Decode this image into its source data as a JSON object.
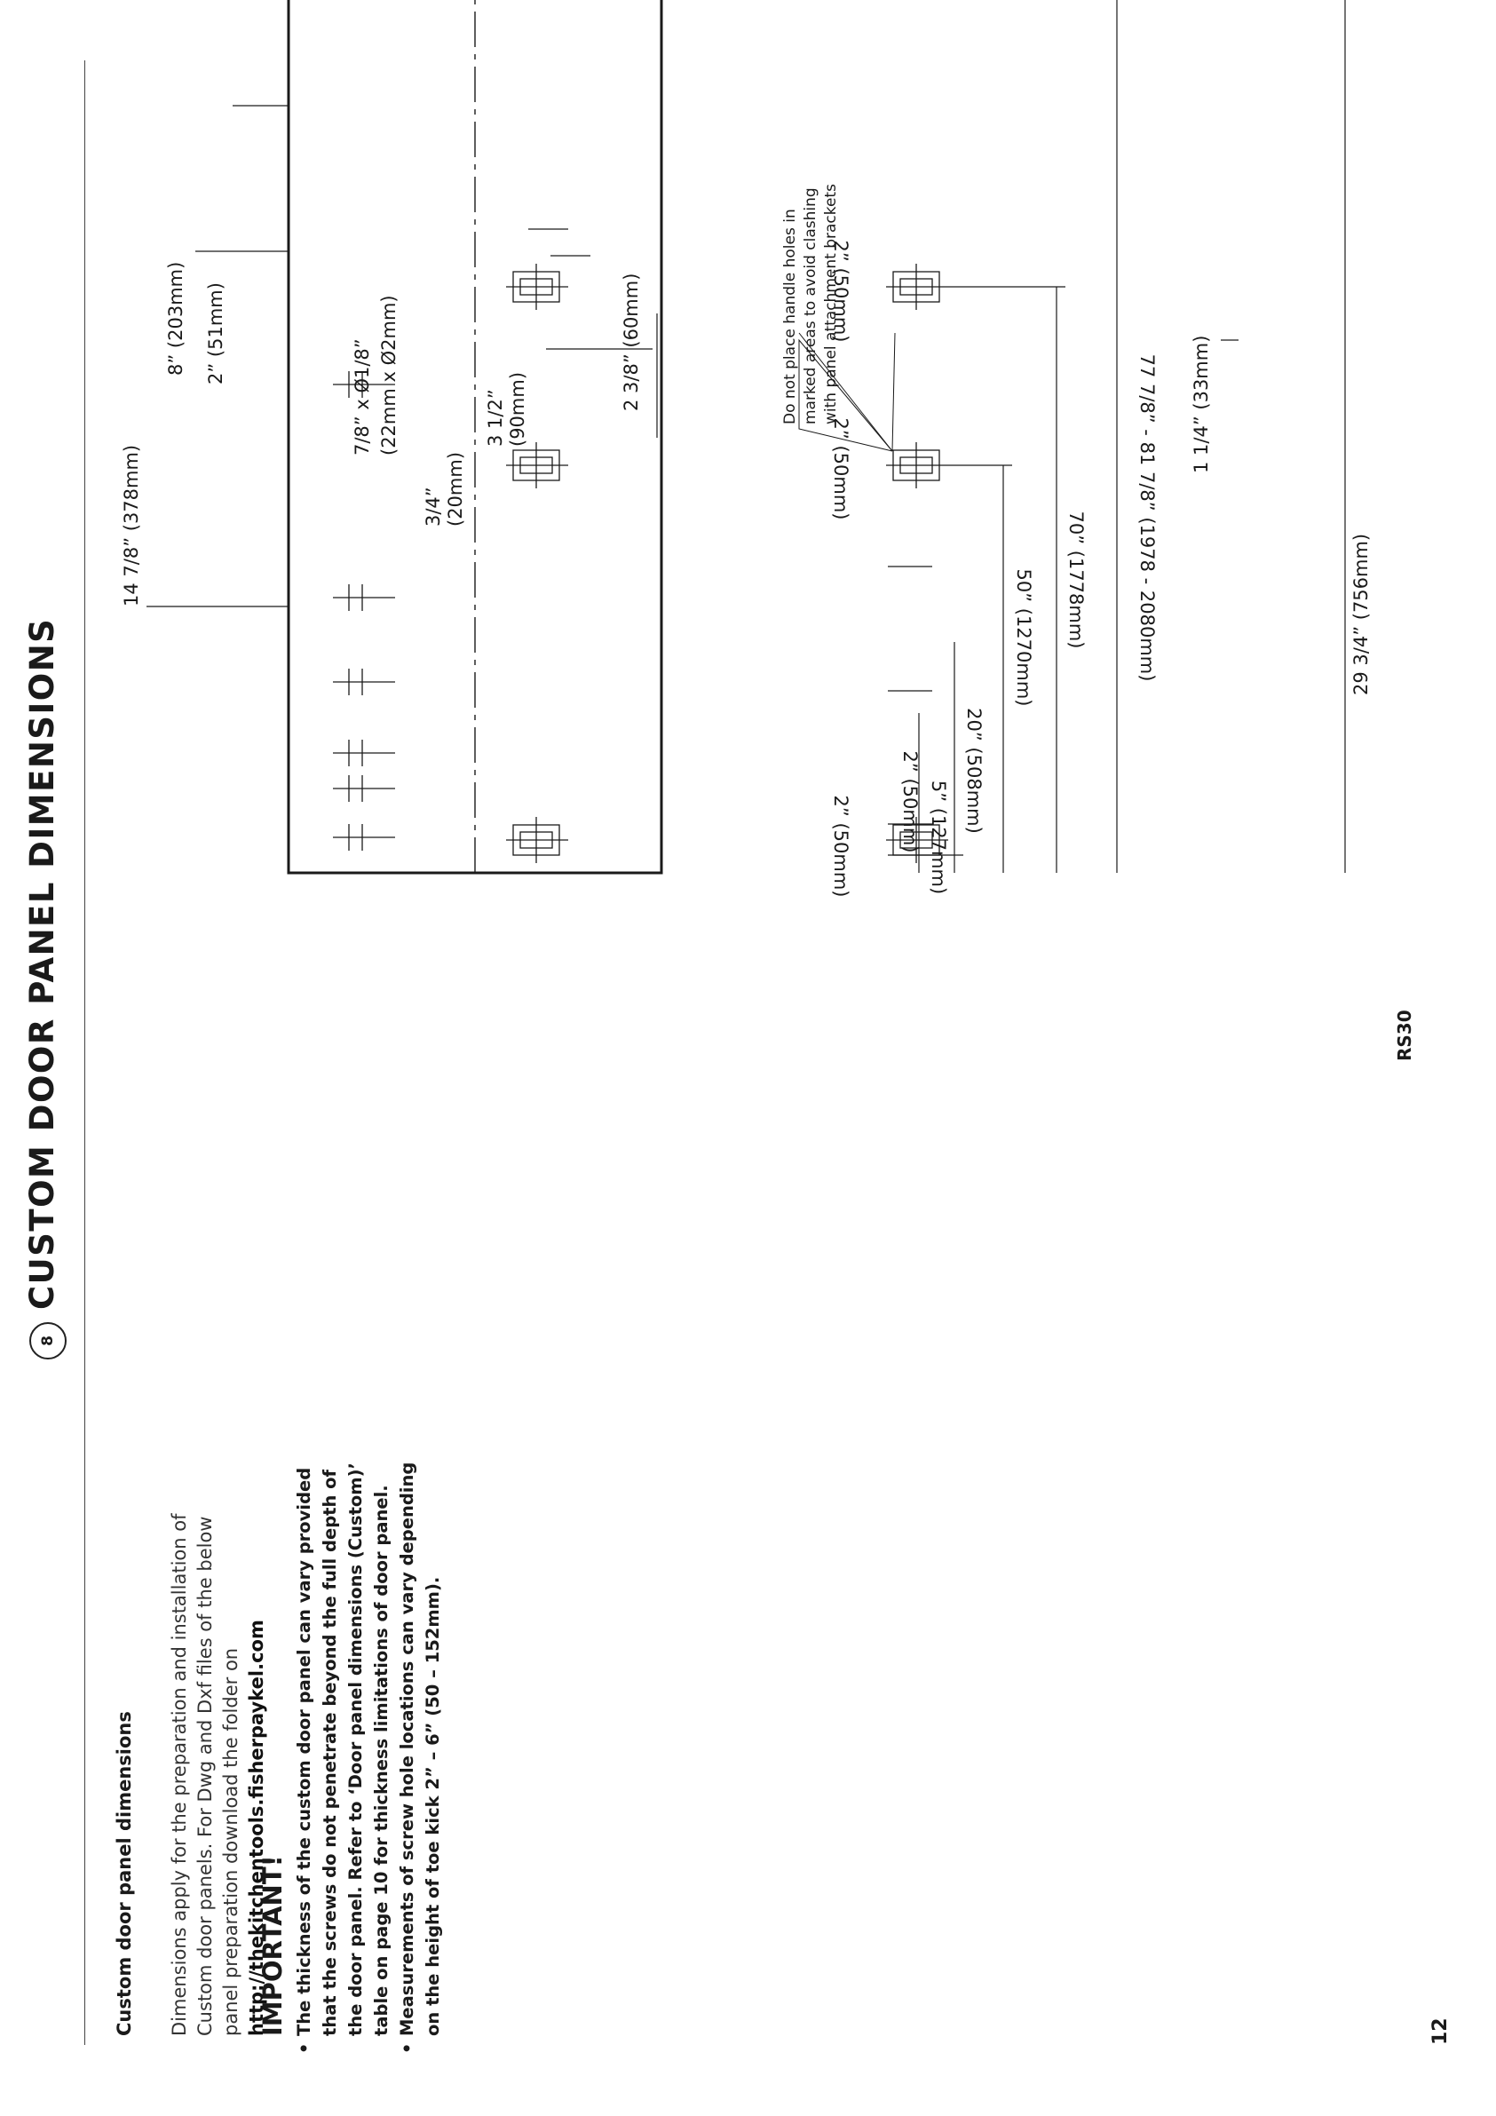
{
  "header": {
    "section_number": "8",
    "title": "CUSTOM DOOR PANEL DIMENSIONS"
  },
  "intro": {
    "heading": "Custom door panel dimensions",
    "paragraph": "Dimensions apply for the preparation and installation of Custom door panels. For Dwg and Dxf files of the below panel preparation download the folder on",
    "link": "http://thekitchentools.fisherpaykel.com"
  },
  "important": {
    "heading": "IMPORTANT!",
    "items": [
      "The thickness of the custom door panel can vary provided that the screws do not penetrate beyond the full depth of the door panel. Refer to ‘Door panel dimensions (Custom)’ table on page 10 for thickness limitations of door panel.",
      "Measurements of screw hole locations can vary depending on the height of toe kick 2” – 6” (50 – 152mm)."
    ]
  },
  "drawing": {
    "dimensions": {
      "overall_height": "77 7/8” - 81 7/8” (1978 - 2080mm)",
      "h70": "70” (1778mm)",
      "h50": "50” (1270mm)",
      "h20": "20” (508mm)",
      "h5": "5” (127mm)",
      "spacing_a": "2” (50mm)",
      "spacing_b": "2” (50mm)",
      "spacing_c": "2” (50mm)",
      "spacing_d": "2” (50mm)",
      "width": "29 3/4” (756mm)",
      "w14": "14 7/8” (378mm)",
      "w8": "8” (203mm)",
      "w2": "2” (51mm)",
      "hole_size_1": "7/8” x Ø1/8”",
      "hole_size_2": "(22mm x Ø2mm)",
      "w34_a": "3/4”",
      "w34_b": "(20mm)",
      "w312_a": "3 1/2”",
      "w312_b": "(90mm)",
      "w238": "2 3/8” (60mm)",
      "w114": "1 1/4” (33mm)"
    },
    "note": [
      "Do not place handle holes in",
      "marked areas to avoid clashing",
      "with panel attachment brackets"
    ]
  },
  "footer": {
    "model": "RS30",
    "page_number": "12"
  }
}
